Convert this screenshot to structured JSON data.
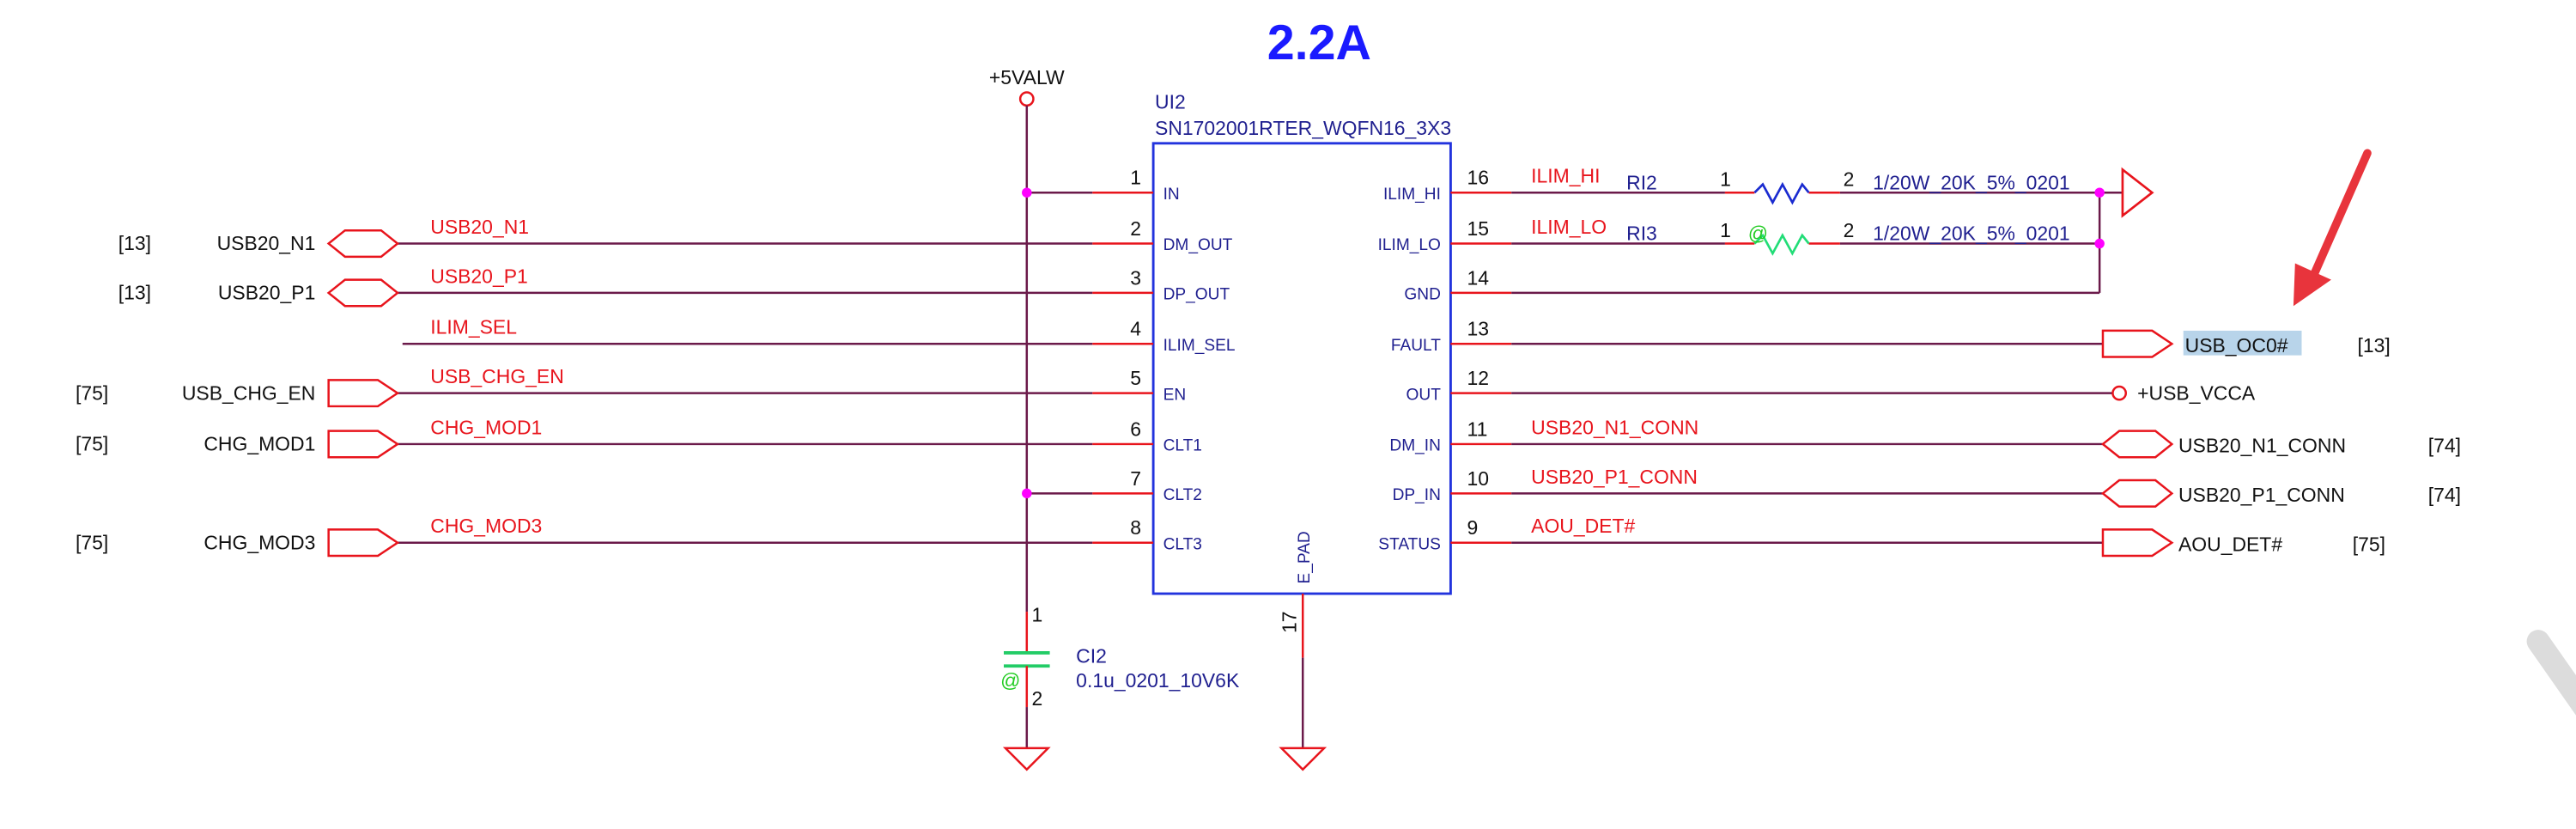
{
  "title": "2.2A",
  "colors": {
    "title": "#1a1aff",
    "net_label": "#e8141c",
    "wire": "#6b1a4a",
    "component": "#1f1f8f",
    "junction": "#ff00ff",
    "highlight": "#b8d4ea",
    "arrow": "#e8343c"
  },
  "power": {
    "top": "+5VALW",
    "out": "+USB_VCCA"
  },
  "ic": {
    "ref": "UI2",
    "part": "SN1702001RTER_WQFN16_3X3",
    "epad_label": "E_PAD",
    "epad_pin": "17"
  },
  "left_pins": [
    {
      "num": "1",
      "name": "IN",
      "net": "",
      "port": "",
      "page": "",
      "port_type": "none"
    },
    {
      "num": "2",
      "name": "DM_OUT",
      "net": "USB20_N1",
      "port": "USB20_N1",
      "page": "[13]",
      "port_type": "bidir"
    },
    {
      "num": "3",
      "name": "DP_OUT",
      "net": "USB20_P1",
      "port": "USB20_P1",
      "page": "[13]",
      "port_type": "bidir"
    },
    {
      "num": "4",
      "name": "ILIM_SEL",
      "net": "ILIM_SEL",
      "port": "",
      "page": "",
      "port_type": "none"
    },
    {
      "num": "5",
      "name": "EN",
      "net": "USB_CHG_EN",
      "port": "USB_CHG_EN",
      "page": "[75]",
      "port_type": "input"
    },
    {
      "num": "6",
      "name": "CLT1",
      "net": "CHG_MOD1",
      "port": "CHG_MOD1",
      "page": "[75]",
      "port_type": "input"
    },
    {
      "num": "7",
      "name": "CLT2",
      "net": "",
      "port": "",
      "page": "",
      "port_type": "none"
    },
    {
      "num": "8",
      "name": "CLT3",
      "net": "CHG_MOD3",
      "port": "CHG_MOD3",
      "page": "[75]",
      "port_type": "input"
    }
  ],
  "right_pins": [
    {
      "num": "16",
      "name": "ILIM_HI",
      "net": "ILIM_HI",
      "port": "",
      "page": ""
    },
    {
      "num": "15",
      "name": "ILIM_LO",
      "net": "ILIM_LO",
      "port": "",
      "page": ""
    },
    {
      "num": "14",
      "name": "GND",
      "net": "",
      "port": "",
      "page": ""
    },
    {
      "num": "13",
      "name": "FAULT",
      "net": "",
      "port": "USB_OC0#",
      "page": "[13]",
      "port_type": "output"
    },
    {
      "num": "12",
      "name": "OUT",
      "net": "",
      "port": "",
      "page": ""
    },
    {
      "num": "11",
      "name": "DM_IN",
      "net": "USB20_N1_CONN",
      "port": "USB20_N1_CONN",
      "page": "[74]",
      "port_type": "bidir"
    },
    {
      "num": "10",
      "name": "DP_IN",
      "net": "USB20_P1_CONN",
      "port": "USB20_P1_CONN",
      "page": "[74]",
      "port_type": "bidir"
    },
    {
      "num": "9",
      "name": "STATUS",
      "net": "AOU_DET#",
      "port": "AOU_DET#",
      "page": "[75]",
      "port_type": "output"
    }
  ],
  "resistors": [
    {
      "ref": "RI2",
      "pin1": "1",
      "pin2": "2",
      "value": "1/20W_20K_5%_0201",
      "stuffed": true
    },
    {
      "ref": "RI3",
      "pin1": "1",
      "pin2": "2",
      "value": "1/20W_20K_5%_0201",
      "stuffed": false,
      "mark": "@"
    }
  ],
  "capacitor": {
    "ref": "CI2",
    "value": "0.1u_0201_10V6K",
    "pin1": "1",
    "pin2": "2",
    "mark": "@"
  },
  "highlighted_net": "USB_OC0#"
}
